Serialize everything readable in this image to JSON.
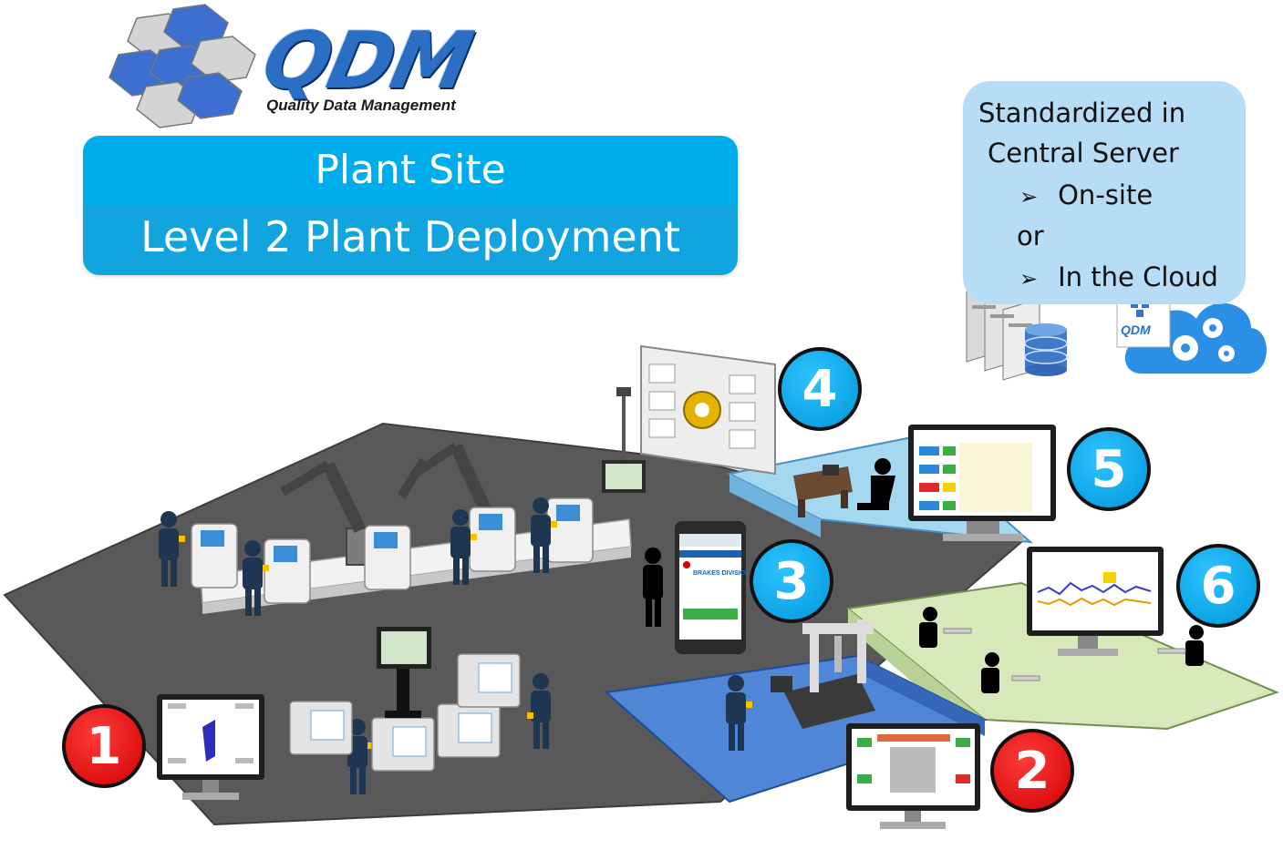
{
  "logo": {
    "wordmark": "QDM",
    "tagline": "Quality Data Management"
  },
  "banner": {
    "line1": "Plant Site",
    "line2": "Level 2 Plant Deployment"
  },
  "central_server": {
    "line1": "Standardized in",
    "line2": "Central Server",
    "option1": "On-site",
    "connector": "or",
    "option2": "In the Cloud"
  },
  "cloud_badge": {
    "wordmark": "QDM"
  },
  "phone": {
    "division": "BRAKES DIVISION"
  },
  "markers": [
    {
      "number": "1",
      "color": "#e00000"
    },
    {
      "number": "2",
      "color": "#e00000"
    },
    {
      "number": "3",
      "color": "#00a2e8"
    },
    {
      "number": "4",
      "color": "#00a2e8"
    },
    {
      "number": "5",
      "color": "#00a2e8"
    },
    {
      "number": "6",
      "color": "#00a2e8"
    }
  ],
  "colors": {
    "banner_blue": "#00adec",
    "central_box": "#b7dcf6",
    "floor_gray": "#555555",
    "zone_blue_area": "#4f86d6",
    "zone_light_blue_area": "#9fd5ee",
    "zone_green_area": "#d5e8b6"
  }
}
